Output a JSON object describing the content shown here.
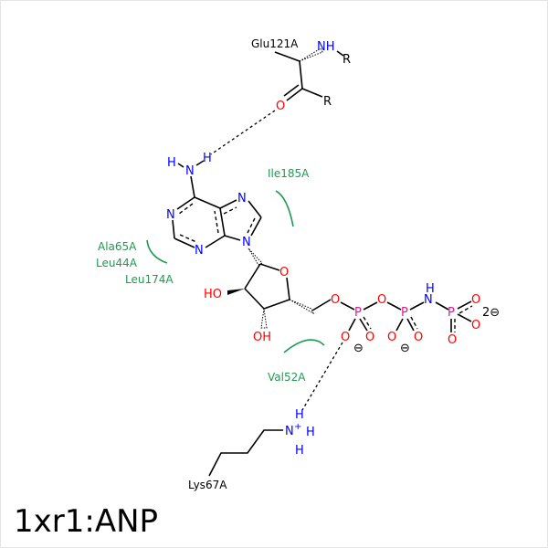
{
  "title": "1xr1:ANP",
  "residues": {
    "glu": "Glu121A",
    "ile": "Ile185A",
    "ala": "Ala65A",
    "leu44": "Leu44A",
    "leu174": "Leu174A",
    "val": "Val52A",
    "lys": "Lys67A"
  },
  "atoms": {
    "nh": "NH",
    "r": "R",
    "o": "O",
    "n": "N",
    "h": "H",
    "p": "P",
    "ho": "HO",
    "oh": "OH",
    "minus": "⊖",
    "charge2": "2⊖",
    "plus": "+"
  },
  "colors": {
    "hydrophobic": "#1e9b4e",
    "nitrogen": "#0000ff",
    "oxygen": "#ff0000",
    "phosphorus": "#e6198c"
  }
}
